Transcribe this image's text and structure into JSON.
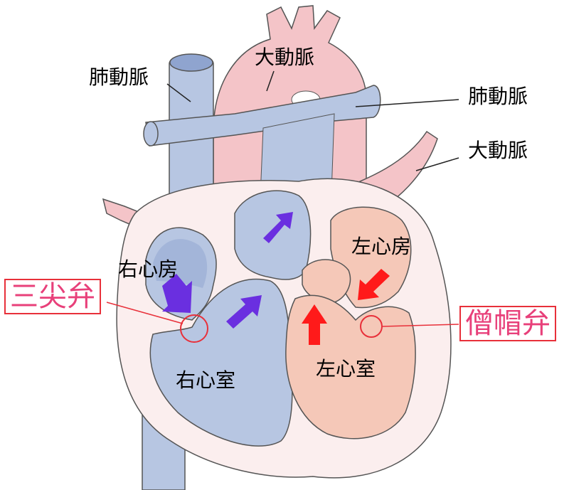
{
  "labels": {
    "pulmonary_artery_left": "肺動脈",
    "aorta_top": "大動脈",
    "pulmonary_artery_right": "肺動脈",
    "aorta_right": "大動脈",
    "right_atrium": "右心房",
    "right_ventricle": "右心室",
    "left_atrium": "左心房",
    "left_ventricle": "左心室"
  },
  "valves": {
    "tricuspid": "三尖弁",
    "mitral": "僧帽弁"
  },
  "colors": {
    "deoxygenated": "#b7c6e2",
    "deoxygenated_dark": "#8fa4cf",
    "oxygenated": "#f4c4c8",
    "ventricle_left": "#f5c8b8",
    "wall": "#fbeeee",
    "arrow_right": "#6a2fe0",
    "arrow_left": "#ff1a1a",
    "callout": "#e8303a",
    "valve_text": "#e8407a"
  }
}
